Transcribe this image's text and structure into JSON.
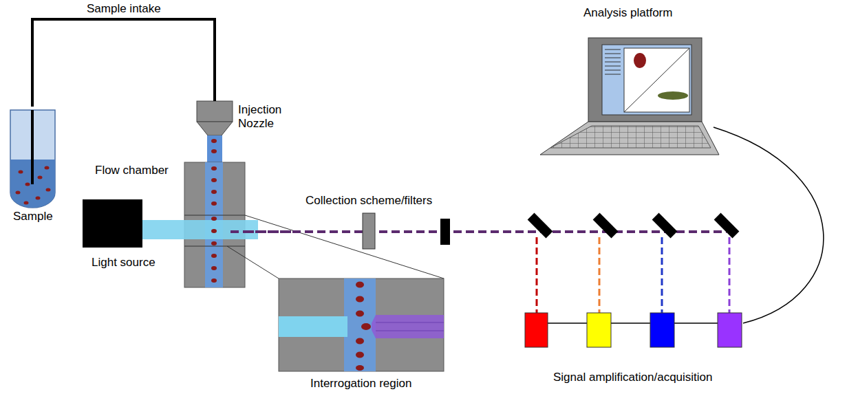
{
  "diagram": {
    "nodes": [
      {
        "text": [
          "Sample"
        ]
      },
      {
        "text": [
          "Injection Nozzle"
        ]
      },
      {
        "text": [
          "Flow chamber"
        ]
      },
      {
        "text": [
          "Light source"
        ]
      },
      {
        "text": [
          "Collection scheme/filters"
        ]
      },
      {
        "text": [
          "Interrogation region"
        ]
      },
      {
        "text": [
          "Analysis platform"
        ]
      },
      {
        "text": [
          "Signal amplification/acquisition"
        ]
      }
    ],
    "edges": [
      {
        "from": 0,
        "to": 1,
        "label": "Sample intake",
        "arrow": "none"
      },
      {
        "from": 7,
        "to": 6,
        "arrow": "none"
      },
      {
        "from": 2,
        "to": 4,
        "arrow": "none"
      }
    ]
  }
}
